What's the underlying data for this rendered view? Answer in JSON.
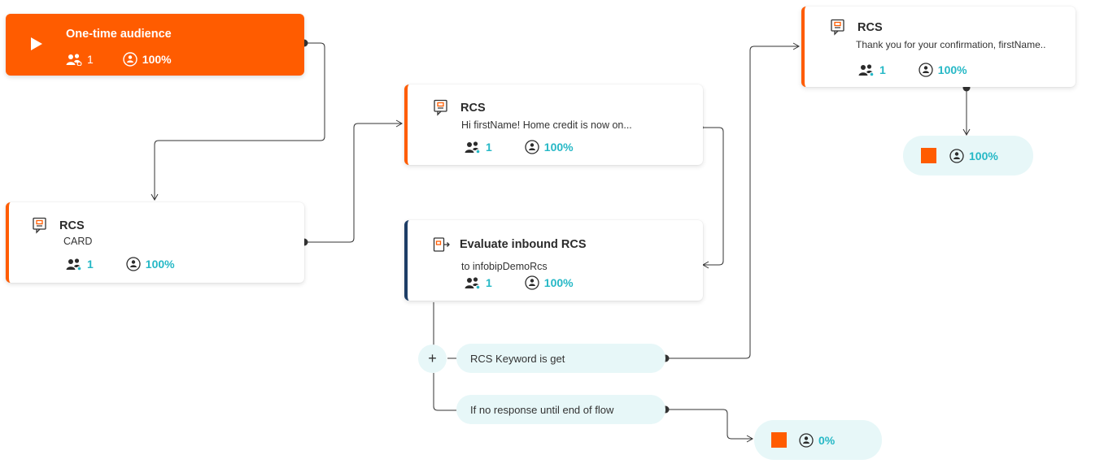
{
  "start": {
    "title": "One-time audience",
    "count": "1",
    "percent": "100%"
  },
  "nodes": {
    "card": {
      "title": "RCS",
      "subtitle": "CARD",
      "count": "1",
      "percent": "100%"
    },
    "home": {
      "title": "RCS",
      "subtitle": "Hi firstName! Home credit is now on...",
      "count": "1",
      "percent": "100%"
    },
    "eval": {
      "title": "Evaluate inbound RCS",
      "subtitle": "to infobipDemoRcs",
      "count": "1",
      "percent": "100%"
    },
    "thanks": {
      "title": "RCS",
      "subtitle": "Thank you for your confirmation, firstName..",
      "count": "1",
      "percent": "100%"
    }
  },
  "branches": {
    "keyword": "RCS Keyword is get",
    "noresponse": "If no response until end of flow"
  },
  "ends": {
    "top": {
      "percent": "100%"
    },
    "bottom": {
      "percent": "0%"
    }
  },
  "plus_label": "+",
  "colors": {
    "accent": "#ff5c00",
    "teal": "#26b8c6",
    "navy": "#1d3d66",
    "pill": "#e7f7f8"
  }
}
